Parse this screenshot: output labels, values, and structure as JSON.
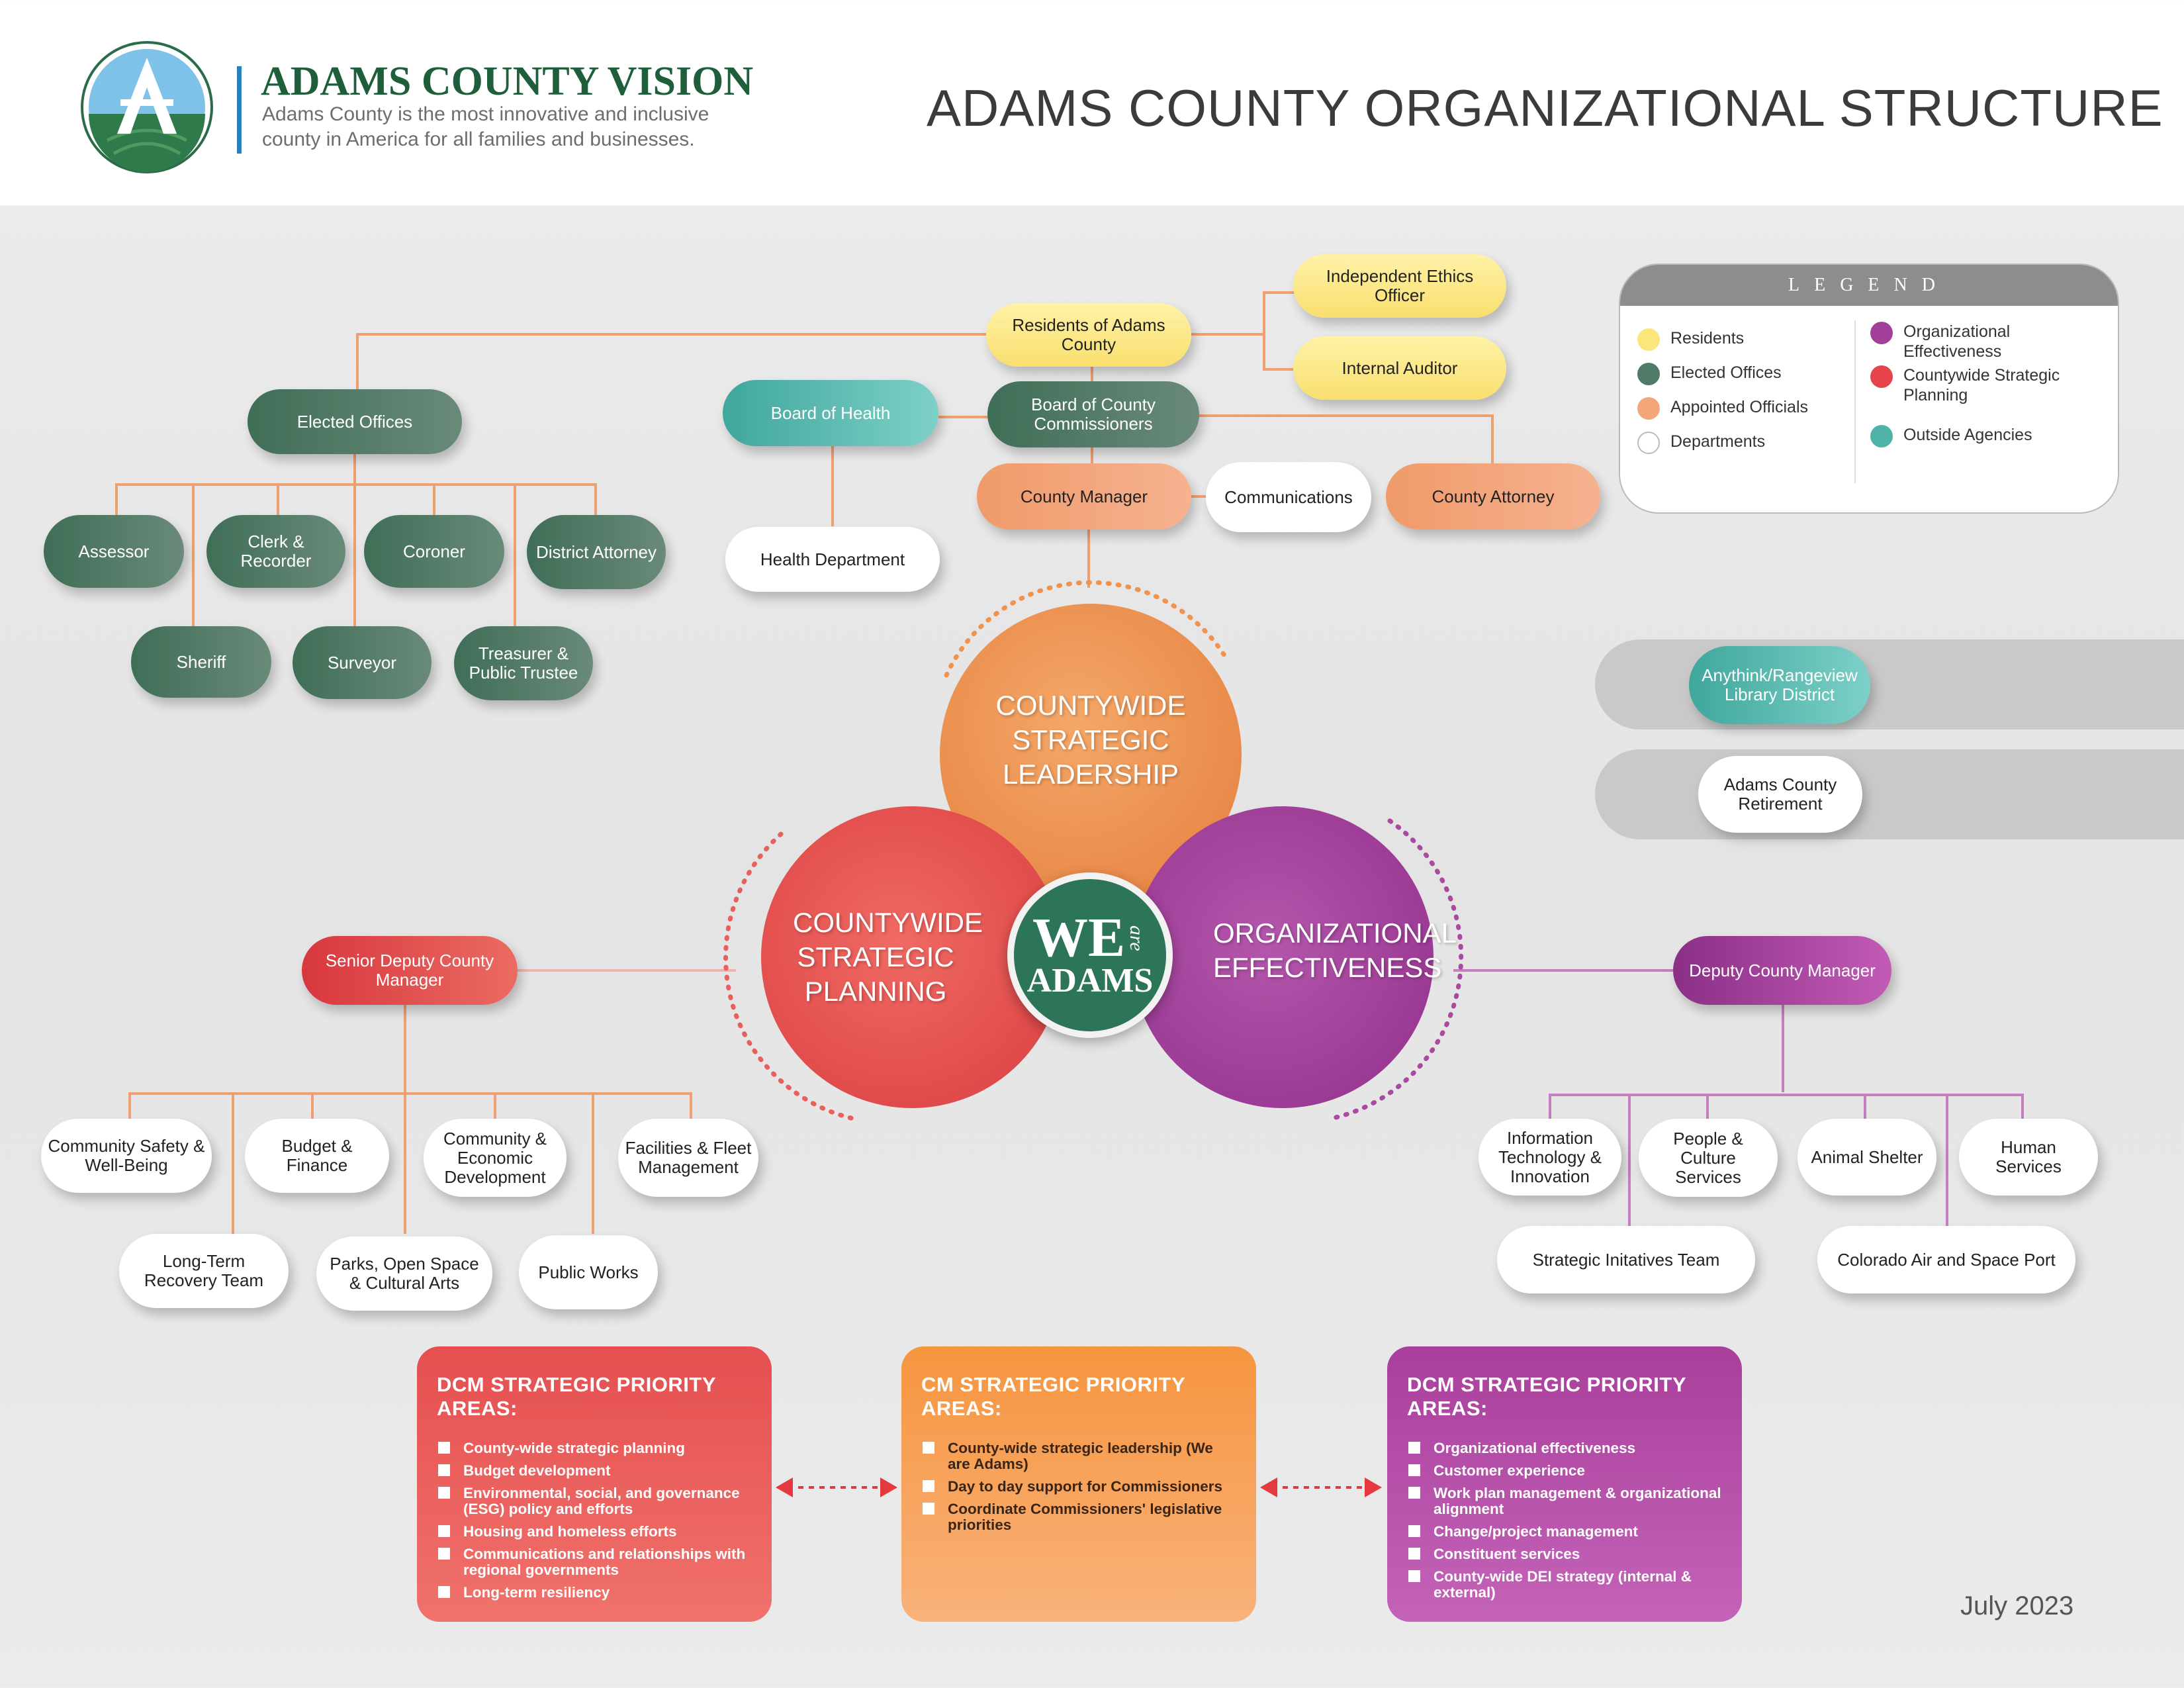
{
  "header": {
    "vision_title": "ADAMS COUNTY VISION",
    "vision_line1": "Adams County is the most innovative and inclusive",
    "vision_line2": "county in America for all families and businesses.",
    "main_title": "ADAMS COUNTY ORGANIZATIONAL STRUCTURE"
  },
  "top": {
    "residents": "Residents of Adams County",
    "ethics_officer": "Independent Ethics Officer",
    "internal_auditor": "Internal Auditor",
    "board_of_health": "Board of Health",
    "commissioners": "Board of County Commissioners",
    "county_manager": "County Manager",
    "communications": "Communications",
    "county_attorney": "County Attorney",
    "health_department": "Health Department"
  },
  "elected": {
    "title": "Elected Offices",
    "offices": [
      "Assessor",
      "Clerk & Recorder",
      "Coroner",
      "District Attorney",
      "Sheriff",
      "Surveyor",
      "Treasurer & Public Trustee"
    ]
  },
  "legend": {
    "title": "LEGEND",
    "items": [
      {
        "label": "Residents",
        "color": "#fbe67c"
      },
      {
        "label": "Elected Offices",
        "color": "#4f7a66"
      },
      {
        "label": "Appointed Officials",
        "color": "#f4a57a"
      },
      {
        "label": "Departments",
        "color": "#ffffff"
      },
      {
        "label": "Organizational Effectiveness",
        "color": "#a13f99"
      },
      {
        "label": "Countywide Strategic Planning",
        "color": "#e5454a"
      },
      {
        "label": "Outside Agencies",
        "color": "#4fb3a8"
      }
    ]
  },
  "outside": {
    "library": "Anythink/Rangeview Library District",
    "retirement": "Adams County Retirement"
  },
  "circles": {
    "leadership": "COUNTYWIDE STRATEGIC LEADERSHIP",
    "planning": "COUNTYWIDE STRATEGIC PLANNING",
    "effectiveness": "ORGANIZATIONAL EFFECTIVENESS",
    "seal_we": "WE",
    "seal_are": "are",
    "seal_adams": "ADAMS"
  },
  "planning_branch": {
    "head": "Senior Deputy County Manager",
    "departments": [
      "Community Safety & Well-Being",
      "Budget & Finance",
      "Community & Economic Development",
      "Facilities & Fleet Management",
      "Long-Term Recovery Team",
      "Parks, Open Space & Cultural Arts",
      "Public Works"
    ]
  },
  "effectiveness_branch": {
    "head": "Deputy County Manager",
    "departments": [
      "Information Technology & Innovation",
      "People & Culture Services",
      "Animal Shelter",
      "Human Services",
      "Strategic Initatives Team",
      "Colorado Air and Space Port"
    ]
  },
  "priority_boxes": [
    {
      "title": "DCM STRATEGIC PRIORITY AREAS:",
      "items": [
        "County-wide strategic planning",
        "Budget development",
        "Environmental, social, and governance (ESG) policy and efforts",
        "Housing and homeless efforts",
        "Communications and relationships with regional governments",
        "Long-term resiliency"
      ]
    },
    {
      "title": "CM STRATEGIC PRIORITY AREAS:",
      "items": [
        "County-wide strategic leadership (We are Adams)",
        "Day to day support for Commissioners",
        "Coordinate Commissioners' legislative priorities"
      ]
    },
    {
      "title": "DCM STRATEGIC PRIORITY AREAS:",
      "items": [
        "Organizational effectiveness",
        "Customer experience",
        "Work plan management & organizational alignment",
        "Change/project management",
        "Constituent services",
        "County-wide DEI strategy (internal & external)"
      ]
    }
  ],
  "date": "July 2023"
}
